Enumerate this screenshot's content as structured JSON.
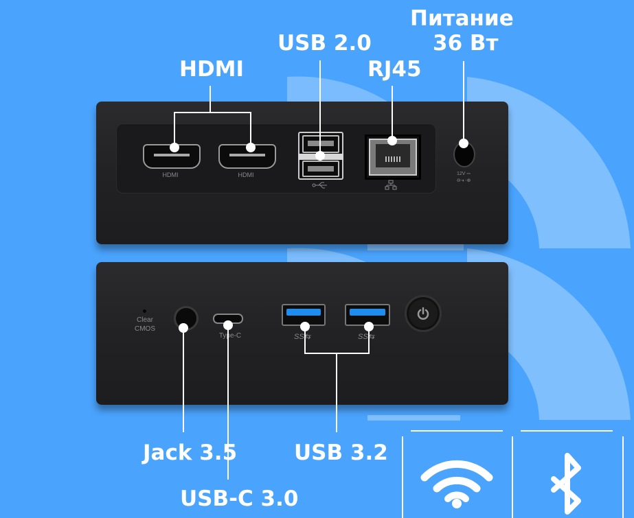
{
  "colors": {
    "background": "#4aa3fd",
    "arc_light": "#80bffd",
    "device_body": "#232325",
    "label_text": "#ffffff",
    "usb3_blue": "#1f8df0"
  },
  "top_labels": {
    "hdmi": "HDMI",
    "usb20": "USB 2.0",
    "rj45": "RJ45",
    "power_line1": "Питание",
    "power_line2": "36 Вт"
  },
  "bottom_labels": {
    "jack": "Jack 3.5",
    "usb32": "USB 3.2",
    "usbc": "USB-C 3.0"
  },
  "rear_panel": {
    "ports": [
      {
        "name": "hdmi-1",
        "caption": "HDMI"
      },
      {
        "name": "hdmi-2",
        "caption": "HDMI"
      },
      {
        "name": "usb20-stack",
        "caption": "usb-trident-icon"
      },
      {
        "name": "rj45",
        "caption": "network-icon"
      },
      {
        "name": "dc-in",
        "caption_line1": "12V ⎓",
        "caption_line2": "⊖-◐-⊕"
      }
    ]
  },
  "front_panel": {
    "clear_cmos_line1": "Clear",
    "clear_cmos_line2": "CMOS",
    "typec_caption": "Type-C",
    "usb3_caption": "SS⇆",
    "power_button_icon": "power-icon"
  },
  "feature_icons": [
    {
      "name": "wifi-icon"
    },
    {
      "name": "bluetooth-icon"
    }
  ]
}
